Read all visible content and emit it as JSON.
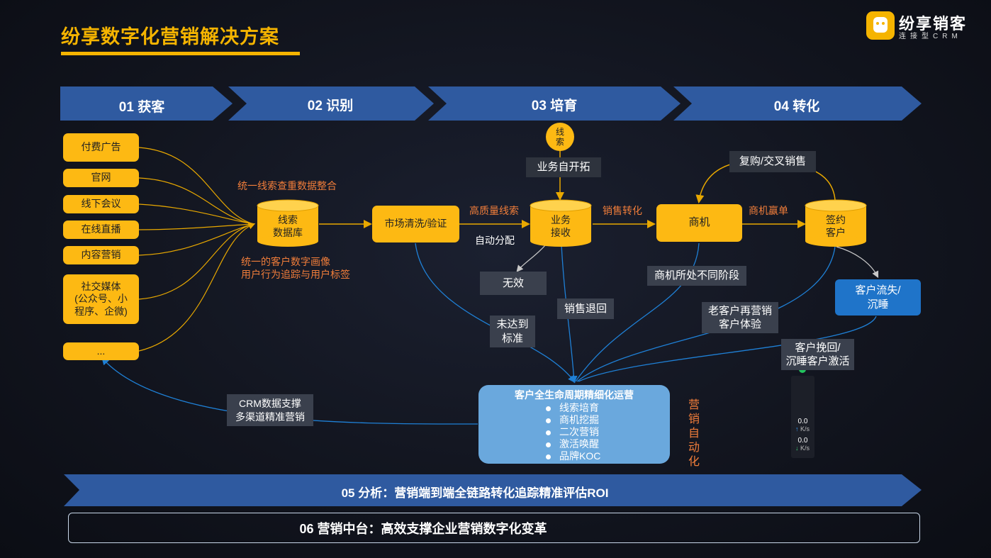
{
  "header": {
    "title": "纷享数字化营销解决方案",
    "brand_name": "纷享销客",
    "brand_sub": "连接型CRM",
    "accent_color": "#f5b400"
  },
  "stages": [
    {
      "label": "01 获客"
    },
    {
      "label": "02 识别"
    },
    {
      "label": "03 培育"
    },
    {
      "label": "04 转化"
    }
  ],
  "channels": [
    {
      "label": "付费广告"
    },
    {
      "label": "官网"
    },
    {
      "label": "线下会议"
    },
    {
      "label": "在线直播"
    },
    {
      "label": "内容营销"
    },
    {
      "label": "社交媒体\n(公众号、小\n程序、企微)"
    },
    {
      "label": "..."
    }
  ],
  "identify": {
    "top_note": "统一线索查重数据整合",
    "db_label": "线索\n数据库",
    "bottom_note_1": "统一的客户数字画像",
    "bottom_note_2": "用户行为追踪与用户标签",
    "clean_box": "市场清洗/验证"
  },
  "nurture": {
    "lead_circle": "线\n索",
    "self_expand": "业务自开拓",
    "high_quality": "高质量线索",
    "auto_assign": "自动分配",
    "biz_receive": "业务\n接收",
    "invalid": "无效",
    "sales_return": "销售退回",
    "not_qualified": "未达到\n标准",
    "sales_convert": "销售转化"
  },
  "convert": {
    "opportunity": "商机",
    "won": "商机赢单",
    "signed": "签约\n客户",
    "repurchase": "复购/交叉销售",
    "stages_note": "商机所处不同阶段",
    "old_customer": "老客户再营销\n客户体验",
    "churn": "客户流失/\n沉睡",
    "winback": "客户挽回/\n沉睡客户激活"
  },
  "lifecycle": {
    "title": "客户全生命周期精细化运营",
    "items": [
      "线索培育",
      "商机挖掘",
      "二次营销",
      "激活唤醒",
      "品牌KOC"
    ]
  },
  "automation": {
    "label": "营销自动化"
  },
  "crm_support": "CRM数据支撑\n多渠道精准营销",
  "widget": {
    "up_value": "0.0",
    "up_unit": "K/s",
    "down_value": "0.0",
    "down_unit": "K/s"
  },
  "footer": {
    "analysis": "05 分析：营销端到端全链路转化追踪精准评估ROI",
    "middle_platform": "06  营销中台：高效支撑企业营销数字化变革"
  }
}
